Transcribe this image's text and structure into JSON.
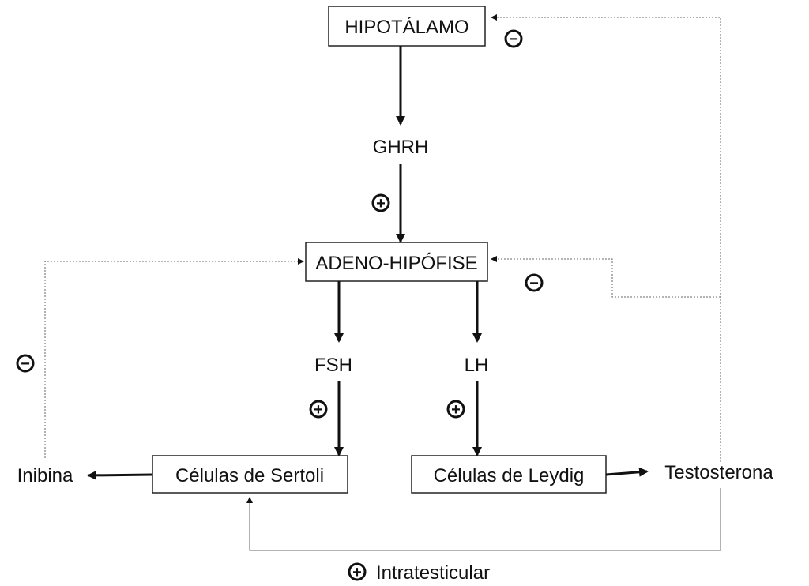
{
  "nodes": {
    "hypothalamus": "HIPOTÁLAMO",
    "ghrh": "GHRH",
    "adenohypophysis": "ADENO-HIPÓFISE",
    "fsh": "FSH",
    "lh": "LH",
    "sertoli": "Células de Sertoli",
    "leydig": "Células de Leydig",
    "inhibin": "Inibina",
    "testosterone": "Testosterona"
  },
  "signs": {
    "plus": "+",
    "minus": "−"
  },
  "footer": {
    "label": "Intratesticular"
  },
  "colors": {
    "stroke": "#111111",
    "feedback": "#888888"
  }
}
